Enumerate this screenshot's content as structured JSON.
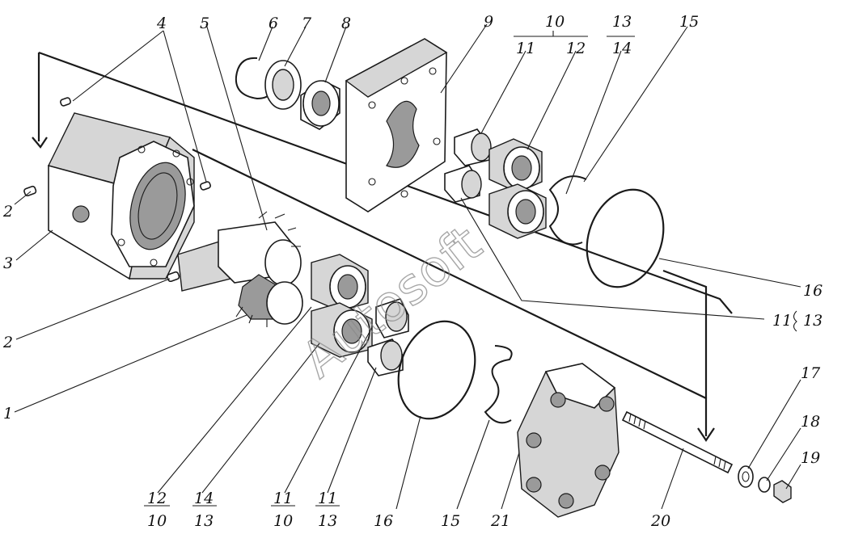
{
  "watermark": "Autosoft",
  "callouts": {
    "c1": "1",
    "c2a": "2",
    "c2b": "2",
    "c3": "3",
    "c4": "4",
    "c5": "5",
    "c6": "6",
    "c7": "7",
    "c8": "8",
    "c9": "9",
    "c10_top": "10",
    "c11_top": "11",
    "c12_top": "12",
    "c13_top": "13",
    "c14_top": "14",
    "c15_top": "15",
    "c16_right": "16",
    "c11_right": "11",
    "c13_right": "13",
    "c17": "17",
    "c18": "18",
    "c19": "19",
    "c20": "20",
    "c21": "21",
    "c16_bottom": "16",
    "c15_bottom": "15",
    "b12": "12",
    "b10a": "10",
    "b14": "14",
    "b13a": "13",
    "b11a": "11",
    "b10b": "10",
    "b11b": "11",
    "b13b": "13"
  }
}
